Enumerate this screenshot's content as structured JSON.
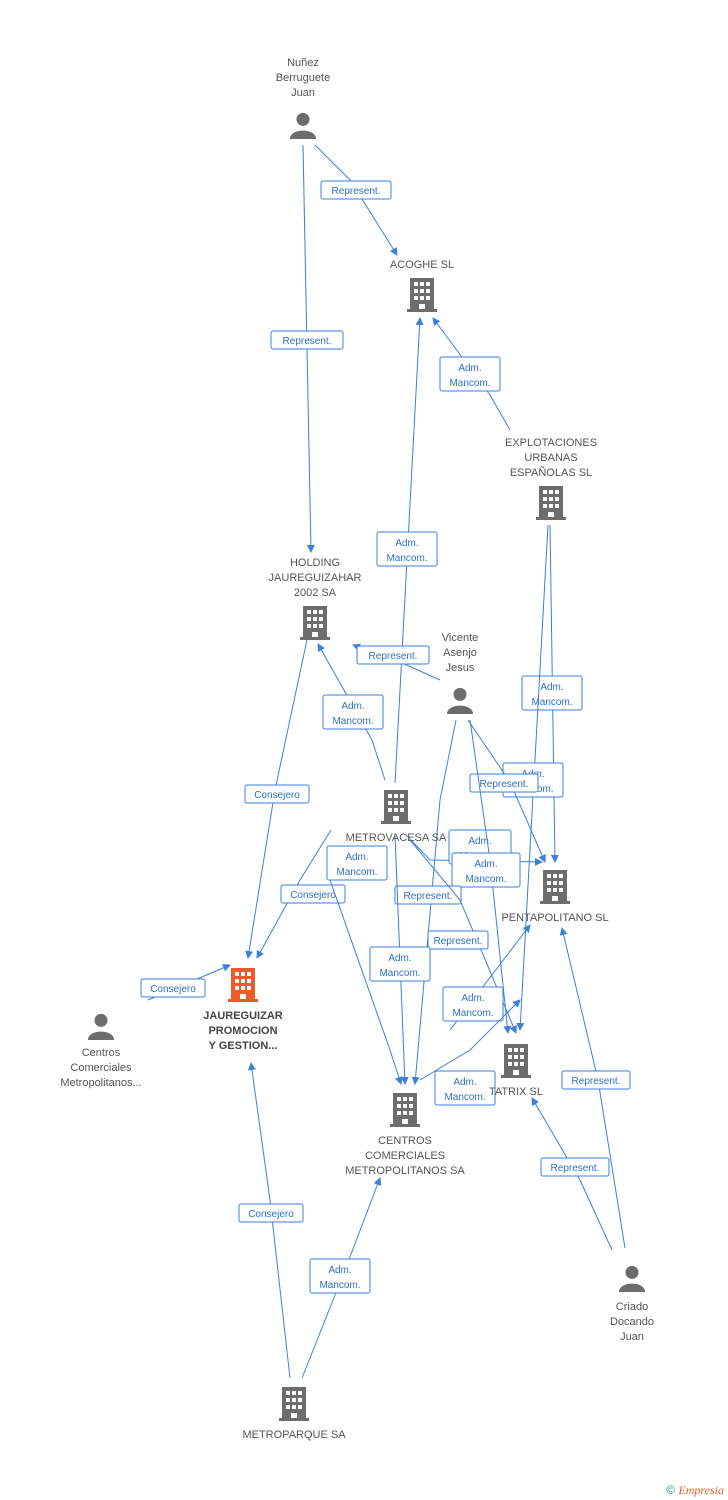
{
  "colors": {
    "edge": "#3d7fd9",
    "company_icon": "#6d6d6d",
    "focus_icon": "#f05a28",
    "person_icon": "#6d6d6d"
  },
  "nodes": [
    {
      "id": "nunez",
      "type": "person",
      "label": [
        "Nuñez",
        "Berruguete",
        "Juan"
      ]
    },
    {
      "id": "acoghe",
      "type": "company",
      "label": [
        "ACOGHE SL"
      ]
    },
    {
      "id": "explot",
      "type": "company",
      "label": [
        "EXPLOTACIONES",
        "URBANAS",
        "ESPAÑOLAS SL"
      ]
    },
    {
      "id": "holding",
      "type": "company",
      "label": [
        "HOLDING",
        "JAUREGUIZAHAR",
        "2002 SA"
      ]
    },
    {
      "id": "vicente",
      "type": "person",
      "label": [
        "Vicente",
        "Asenjo",
        "Jesus"
      ]
    },
    {
      "id": "metrovacesa",
      "type": "company",
      "label": [
        "METROVACESA SA"
      ]
    },
    {
      "id": "pentapolitano",
      "type": "company",
      "label": [
        "PENTAPOLITANO SL"
      ]
    },
    {
      "id": "jaureguizar",
      "type": "focus",
      "label": [
        "JAUREGUIZAR",
        "PROMOCION",
        "Y GESTION..."
      ]
    },
    {
      "id": "centros_p",
      "type": "person",
      "label": [
        "Centros",
        "Comerciales",
        "Metropolitanos..."
      ]
    },
    {
      "id": "tatrix",
      "type": "company",
      "label": [
        "TATRIX SL"
      ]
    },
    {
      "id": "centros_sa",
      "type": "company",
      "label": [
        "CENTROS",
        "COMERCIALES",
        "METROPOLITANOS SA"
      ]
    },
    {
      "id": "criado",
      "type": "person",
      "label": [
        "Criado",
        "Docando",
        "Juan"
      ]
    },
    {
      "id": "metroparque",
      "type": "company",
      "label": [
        "METROPARQUE SA"
      ]
    }
  ],
  "edges": [
    {
      "label": [
        "Represent."
      ]
    },
    {
      "label": [
        "Represent."
      ]
    },
    {
      "label": [
        "Adm.",
        "Mancom."
      ]
    },
    {
      "label": [
        "Adm.",
        "Mancom."
      ]
    },
    {
      "label": [
        "Represent."
      ]
    },
    {
      "label": [
        "Adm.",
        "Mancom."
      ]
    },
    {
      "label": [
        "Adm.",
        "Mancom."
      ]
    },
    {
      "label": [
        "Adm.",
        "Mancom."
      ]
    },
    {
      "label": [
        "Represent."
      ]
    },
    {
      "label": [
        "Consejero"
      ]
    },
    {
      "label": [
        "Consejero"
      ]
    },
    {
      "label": [
        "Adm.",
        "Mancom."
      ]
    },
    {
      "label": [
        "Adm.",
        "Mancom."
      ]
    },
    {
      "label": [
        "Represent."
      ]
    },
    {
      "label": [
        "Represent."
      ]
    },
    {
      "label": [
        "Adm.",
        "Mancom."
      ]
    },
    {
      "label": [
        "Adm.",
        "Mancom."
      ]
    },
    {
      "label": [
        "Adm.",
        "Mancom."
      ]
    },
    {
      "label": [
        "Adm.",
        "Mancom."
      ]
    },
    {
      "label": [
        "Consejero"
      ]
    },
    {
      "label": [
        "Represent."
      ]
    },
    {
      "label": [
        "Represent."
      ]
    },
    {
      "label": [
        "Consejero"
      ]
    },
    {
      "label": [
        "Adm.",
        "Mancom."
      ]
    }
  ],
  "footer": {
    "copyright": "©",
    "brand": "Empresia"
  }
}
